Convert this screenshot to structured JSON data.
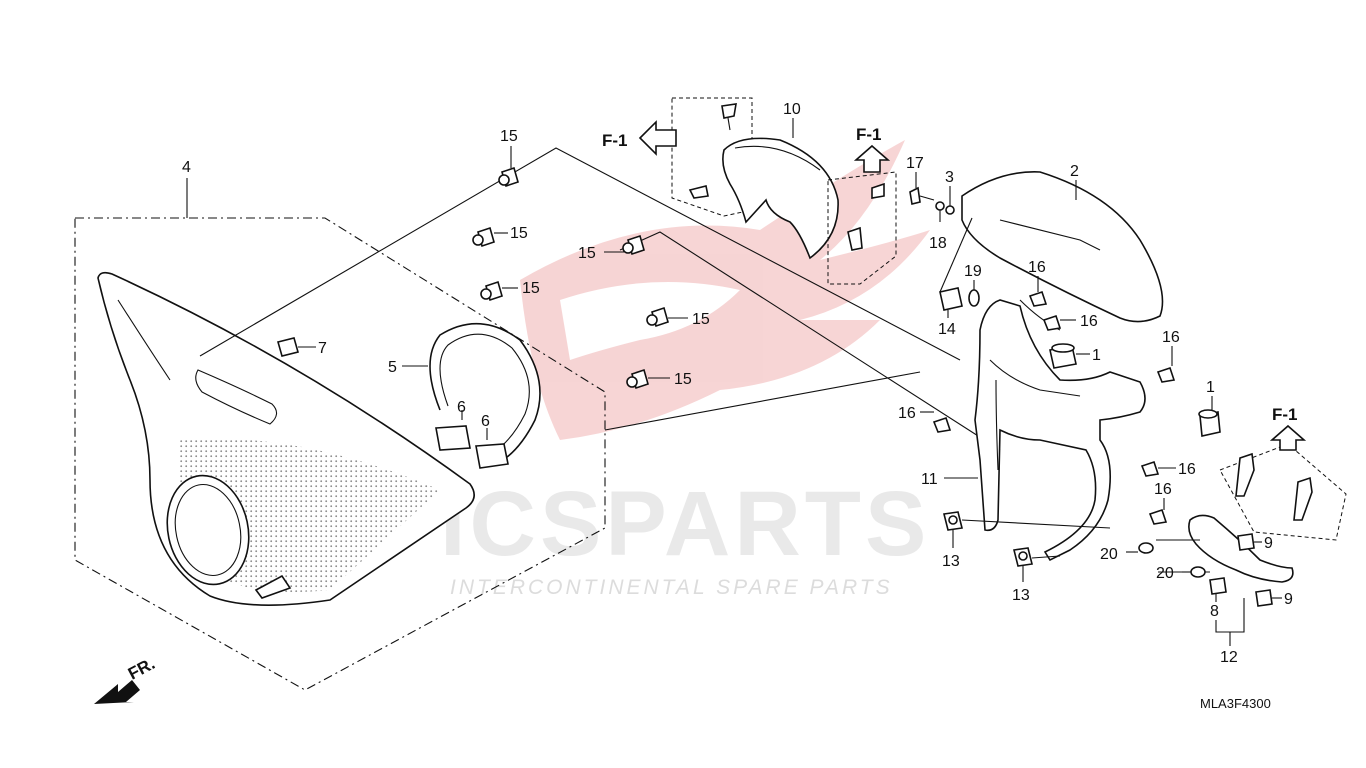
{
  "watermark": {
    "brand": "ICSPARTS",
    "tagline": "INTERCONTINENTAL SPARE PARTS"
  },
  "diagram_code": "MLA3F4300",
  "direction_label": "FR.",
  "view_ref": "F-1",
  "callouts": {
    "c1a": "1",
    "c1b": "1",
    "c2": "2",
    "c3": "3",
    "c4": "4",
    "c5": "5",
    "c6a": "6",
    "c6b": "6",
    "c7": "7",
    "c8": "8",
    "c9a": "9",
    "c9b": "9",
    "c10": "10",
    "c11": "11",
    "c12": "12",
    "c13a": "13",
    "c13b": "13",
    "c14": "14",
    "c15a": "15",
    "c15b": "15",
    "c15c": "15",
    "c15d": "15",
    "c15e": "15",
    "c15f": "15",
    "c16a": "16",
    "c16b": "16",
    "c16c": "16",
    "c16d": "16",
    "c16e": "16",
    "c16f": "16",
    "c17": "17",
    "c18": "18",
    "c19": "19",
    "c20a": "20",
    "c20b": "20"
  }
}
